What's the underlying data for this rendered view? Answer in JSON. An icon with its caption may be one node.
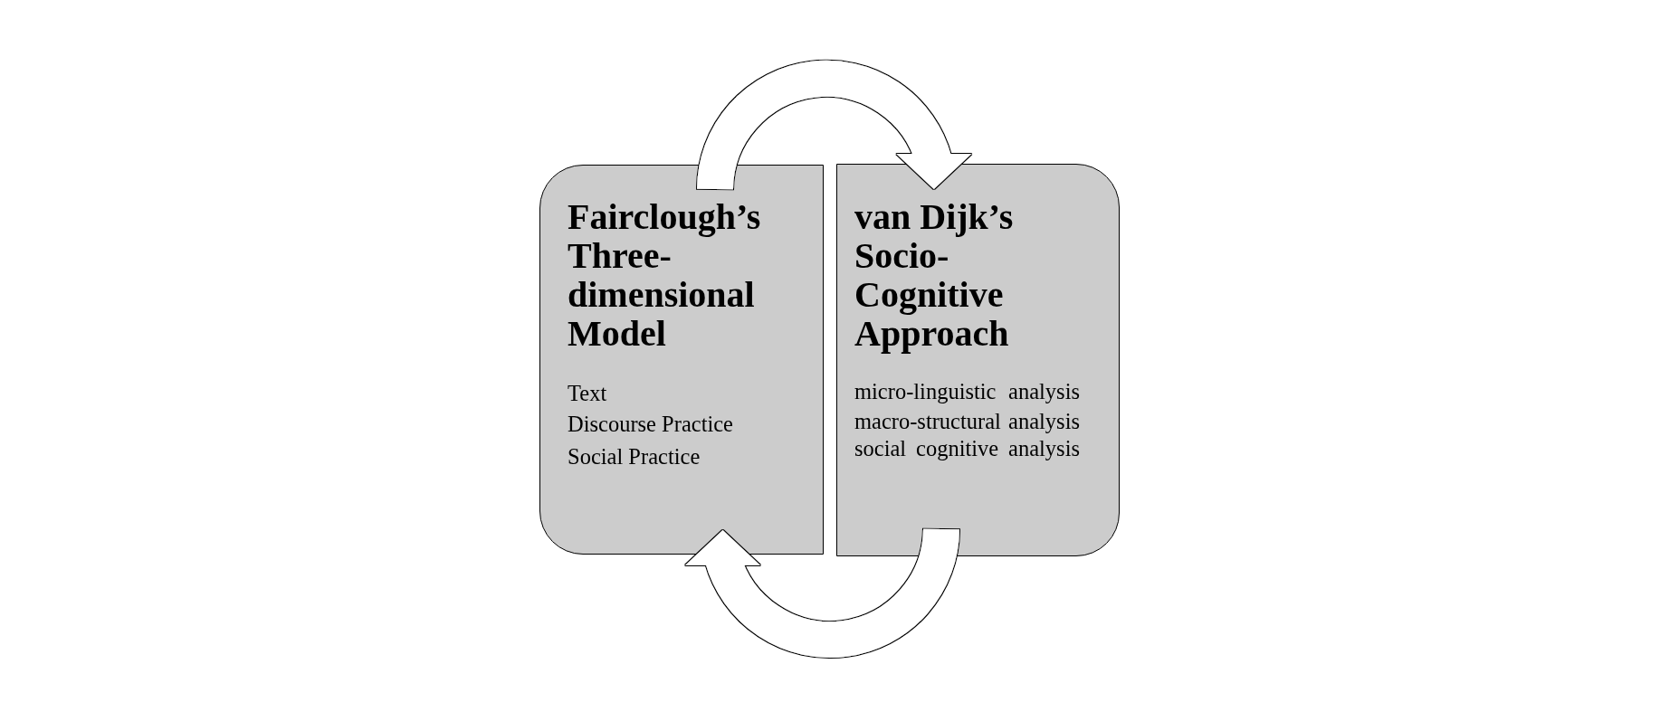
{
  "diagram": {
    "nodes": [
      {
        "text": [
          "Fairclough’s Three-dimensional Model",
          "Text",
          "Discourse Practice",
          "Social Practice"
        ]
      },
      {
        "text": [
          "van Dijk’s Socio-Cognitive Approach",
          "micro-linguistic analysis",
          "macro-structural analysis",
          "social cognitive analysis"
        ]
      }
    ],
    "edges": [
      {
        "from": 0,
        "to": 1,
        "arrow": "to"
      },
      {
        "from": 1,
        "to": 0,
        "arrow": "to"
      }
    ]
  }
}
